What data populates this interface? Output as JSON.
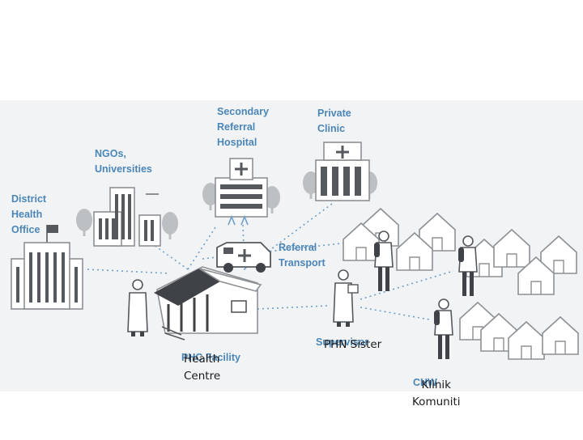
{
  "diagram": {
    "labels": {
      "secondary_hospital": "Secondary\nReferral\nHospital",
      "private_clinic": "Private\nClinic",
      "ngos": "NGOs,\nUniversities",
      "district_office": "District\nHealth\nOffice",
      "referral_transport": "Referral\nTransport",
      "phc_facility": "PHC Facility",
      "supervisor": "Supervisor",
      "chw": "CHW"
    },
    "overlay": {
      "health_centre": "Health\nCentre",
      "phn_sister": "PHN Sister",
      "klinik_komuniti": "Klinik\nKomuniti"
    },
    "colors": {
      "band": "#f2f3f4",
      "building_fill": "#ffffff",
      "building_stroke": "#8d9094",
      "dark": "#3f4246",
      "tree": "#bdc0c3",
      "label": "#4a86b8",
      "connector": "#6f9ec8"
    }
  }
}
